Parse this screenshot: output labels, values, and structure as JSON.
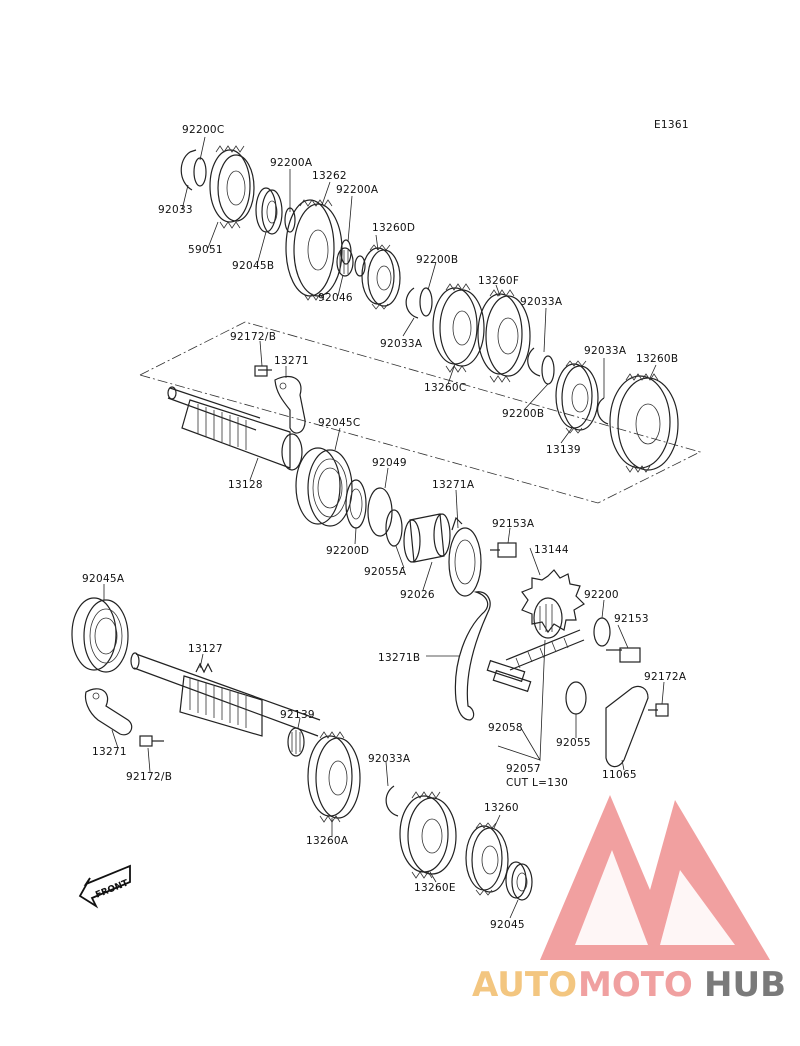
{
  "diagram_code": "E1361",
  "front_arrow_text": "FRONT",
  "cut_note": "CUT L=130",
  "watermark": {
    "part1": "AUTO",
    "part2": "MOTO",
    "part3": "HUB",
    "colors": {
      "auto": "#f3c680",
      "moto": "#f0a0a0",
      "hub": "#7a7a7a",
      "logo": "#ef8f8f"
    }
  },
  "labels": {
    "l92200C": "92200C",
    "l92033": "92033",
    "l59051": "59051",
    "l92200A_1": "92200A",
    "l13262": "13262",
    "l92200A_2": "92200A",
    "l92045B": "92045B",
    "l13260D": "13260D",
    "l92046": "92046",
    "l92200B_1": "92200B",
    "l13260F": "13260F",
    "l92033A_1": "92033A",
    "l92033A_2": "92033A",
    "l13260C": "13260C",
    "l92033A_3": "92033A",
    "l13260B": "13260B",
    "l92200B_2": "92200B",
    "l13139": "13139",
    "l92172B_1": "92172/B",
    "l13271_1": "13271",
    "l92045C": "92045C",
    "l13128": "13128",
    "l92049": "92049",
    "l13271A": "13271A",
    "l92200D": "92200D",
    "l92153A": "92153A",
    "l92055A": "92055A",
    "l13144": "13144",
    "l92026": "92026",
    "l92200": "92200",
    "l92153": "92153",
    "l92045A": "92045A",
    "l13127": "13127",
    "l13271B": "13271B",
    "l92172A": "92172A",
    "l92139": "92139",
    "l92058": "92058",
    "l92055": "92055",
    "l13271_2": "13271",
    "l92172B_2": "92172/B",
    "l92033A_4": "92033A",
    "l92057": "92057",
    "l11065": "11065",
    "l13260A": "13260A",
    "l13260": "13260",
    "l13260E": "13260E",
    "l92045": "92045"
  }
}
